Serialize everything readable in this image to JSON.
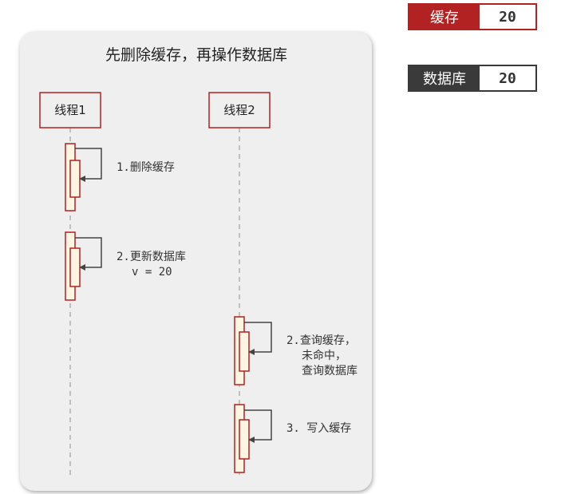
{
  "title": "先删除缓存，再操作数据库",
  "threads": [
    {
      "label": "线程1"
    },
    {
      "label": "线程2"
    }
  ],
  "steps": [
    {
      "lines": [
        "1.删除缓存"
      ]
    },
    {
      "lines": [
        "2.更新数据库",
        "v = 20"
      ]
    },
    {
      "lines": [
        "2.查询缓存，",
        "未命中，",
        "查询数据库"
      ]
    },
    {
      "lines": [
        "3. 写入缓存"
      ]
    }
  ],
  "status": {
    "cache": {
      "label": "缓存",
      "value": "20",
      "color": "#b22222"
    },
    "database": {
      "label": "数据库",
      "value": "20",
      "color": "#3a3a3a"
    }
  },
  "colors": {
    "accent": "#b22222",
    "activation_fill": "#fdf5e2",
    "arrow": "#444444",
    "lifeline": "#b0b0b0"
  }
}
